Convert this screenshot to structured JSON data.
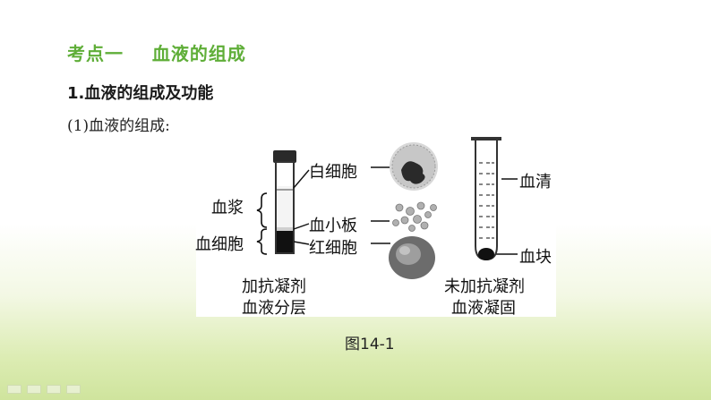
{
  "heading": {
    "point": "考点一",
    "title": "血液的组成"
  },
  "section_title": "1.血液的组成及功能",
  "paragraph": "(1)血液的组成:",
  "figure": {
    "left_labels": {
      "plasma": "血浆",
      "blood_cells": "血细胞"
    },
    "cell_labels": {
      "white_cell": "白细胞",
      "platelet": "血小板",
      "red_cell": "红细胞"
    },
    "right_labels": {
      "serum": "血清",
      "clot": "血块"
    },
    "left_caption": [
      "加抗凝剂",
      "血液分层"
    ],
    "right_caption": [
      "未加抗凝剂",
      "血液凝固"
    ],
    "caption": "图14-1"
  },
  "colors": {
    "accent": "#5fae38",
    "background_bottom": "#cfe49d"
  }
}
